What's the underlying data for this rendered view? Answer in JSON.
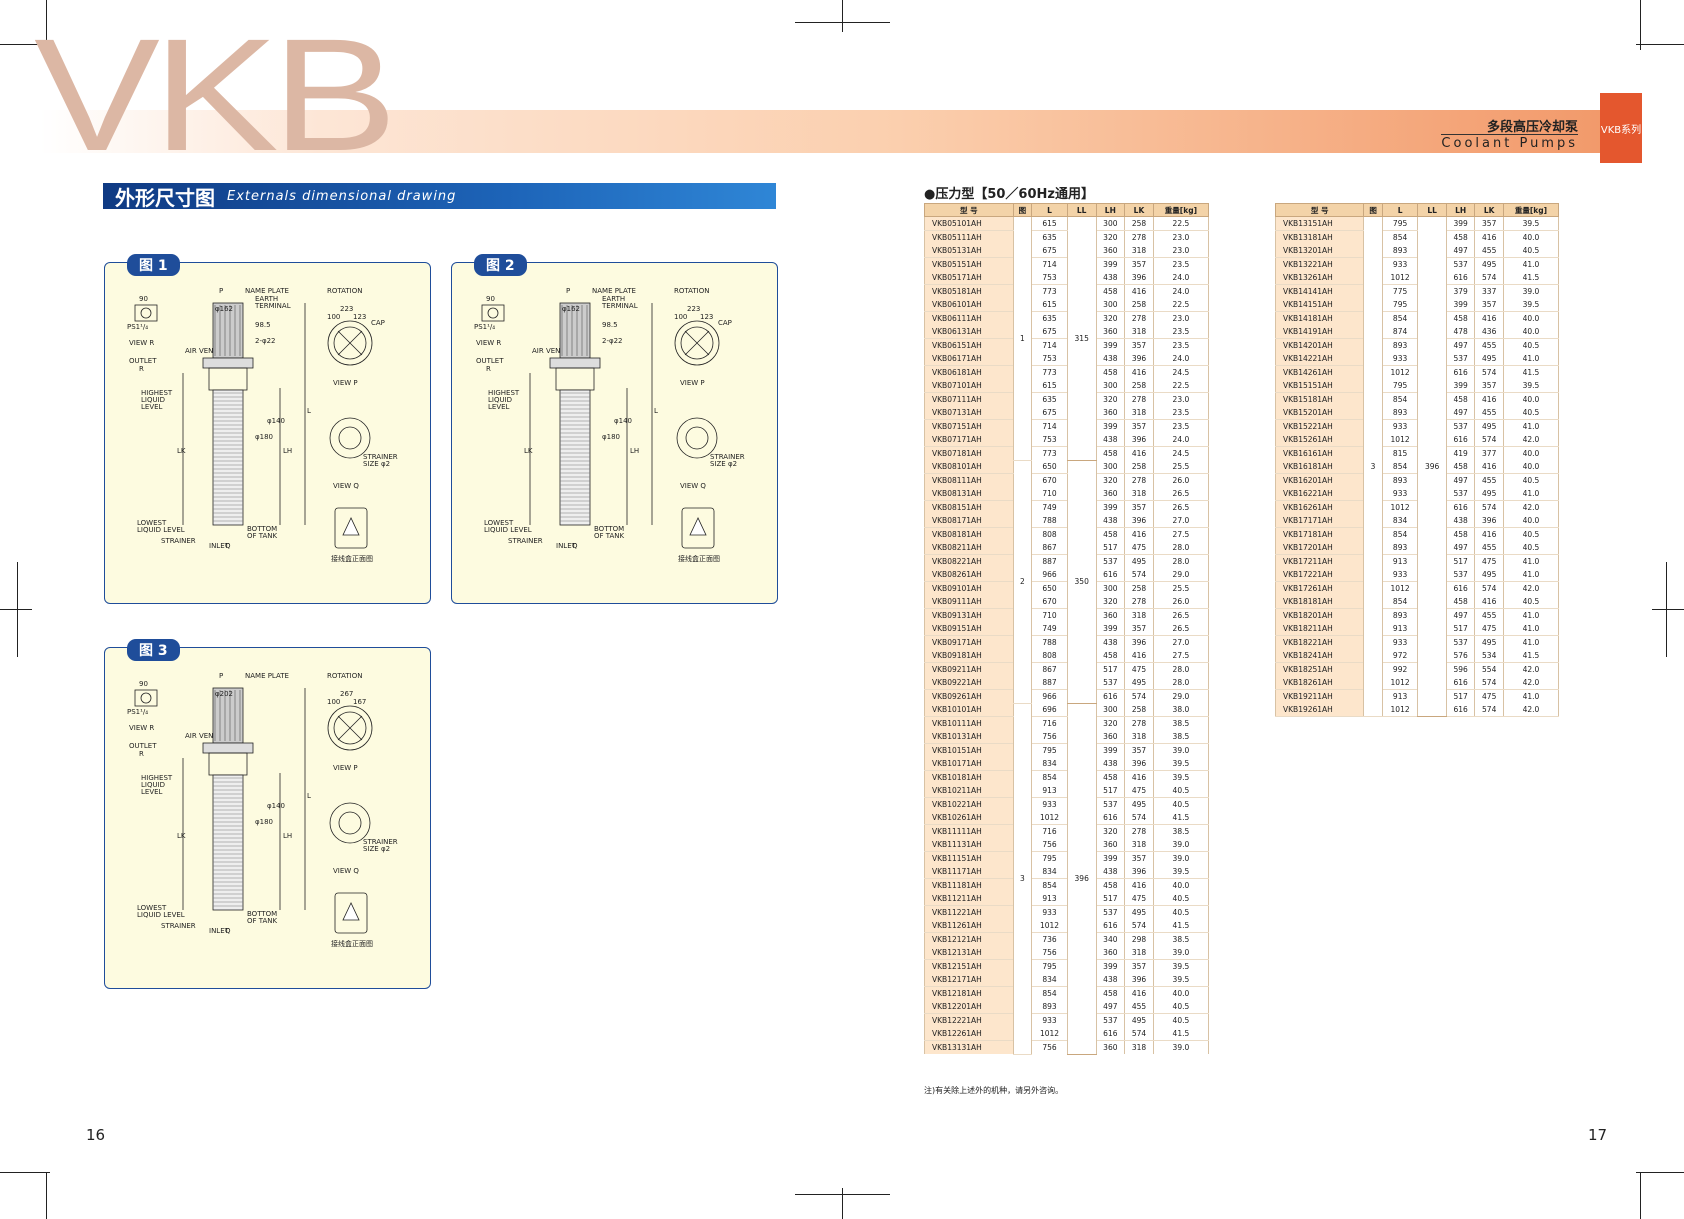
{
  "header": {
    "logo": "VKB",
    "title_cn": "多段高压冷却泵",
    "title_en": "Coolant Pumps",
    "side_tab": "VKB系列"
  },
  "section": {
    "title_cn": "外形尺寸图",
    "title_en": "Externals dimensional drawing"
  },
  "figures": [
    {
      "tag": "图 1",
      "labels": {
        "p": "P",
        "name_plate": "NAME PLATE",
        "earth": "EARTH\nTERMINAL",
        "rotation": "ROTATION",
        "d90": "90",
        "ps": "PS1¹/₄",
        "view_r": "VIEW R",
        "air": "AIR VENT",
        "outlet": "OUTLET",
        "r": "R",
        "highest": "HIGHEST\nLIQUID\nLEVEL",
        "lk": "LK",
        "lh": "LH",
        "l": "L",
        "lowest": "LOWEST\nLIQUID LEVEL",
        "strainer": "STRAINER",
        "inlet": "INLET",
        "q": "Q",
        "bottom": "BOTTOM\nOF TANK",
        "view_p": "VIEW P",
        "view_q": "VIEW Q",
        "cap": "CAP",
        "strainer_size": "STRAINER\nSIZE φ2",
        "box": "接线盒正面图",
        "d162": "φ162",
        "d98": "98.5",
        "d22": "2-φ22",
        "d223": "223",
        "d100": "100",
        "d123": "123",
        "d180": "φ180",
        "d140": "φ140"
      }
    },
    {
      "tag": "图 2",
      "labels": {
        "p": "P",
        "name_plate": "NAME PLATE",
        "earth": "EARTH\nTERMINAL",
        "rotation": "ROTATION",
        "d90": "90",
        "ps": "PS1¹/₄",
        "view_r": "VIEW R",
        "air": "AIR VENT",
        "outlet": "OUTLET",
        "r": "R",
        "highest": "HIGHEST\nLIQUID\nLEVEL",
        "lk": "LK",
        "lh": "LH",
        "l": "L",
        "lowest": "LOWEST\nLIQUID LEVEL",
        "strainer": "STRAINER",
        "inlet": "INLET",
        "q": "Q",
        "bottom": "BOTTOM\nOF TANK",
        "view_p": "VIEW P",
        "view_q": "VIEW Q",
        "cap": "CAP",
        "strainer_size": "STRAINER\nSIZE φ2",
        "box": "接线盒正面图",
        "d162": "φ162",
        "d98": "98.5",
        "d22": "2-φ22",
        "d223": "223",
        "d100": "100",
        "d123": "123",
        "d180": "φ180",
        "d140": "φ140"
      }
    },
    {
      "tag": "图 3",
      "labels": {
        "p": "P",
        "name_plate": "NAME PLATE",
        "earth": "",
        "rotation": "ROTATION",
        "d90": "90",
        "ps": "PS1¹/₄",
        "view_r": "VIEW R",
        "air": "AIR VENT",
        "outlet": "OUTLET",
        "r": "R",
        "highest": "HIGHEST\nLIQUID\nLEVEL",
        "lk": "LK",
        "lh": "LH",
        "l": "L",
        "lowest": "LOWEST\nLIQUID LEVEL",
        "strainer": "STRAINER",
        "inlet": "INLET",
        "q": "Q",
        "bottom": "BOTTOM\nOF TANK",
        "view_p": "VIEW P",
        "view_q": "VIEW Q",
        "cap": "",
        "strainer_size": "STRAINER\nSIZE φ2",
        "box": "接线盒正面图",
        "d162": "φ202",
        "d98": "",
        "d22": "",
        "d223": "267",
        "d100": "100",
        "d123": "167",
        "d180": "φ180",
        "d140": "φ140"
      }
    }
  ],
  "table": {
    "title": "●压力型【50／60Hz通用】",
    "headers": [
      "型 号",
      "图",
      "L",
      "LL",
      "LH",
      "LK",
      "重量[kg]"
    ],
    "groups_left": [
      {
        "fig": "1",
        "ll": "315",
        "rows": [
          [
            "VKB05101AH",
            "615",
            "300",
            "258",
            "22.5"
          ],
          [
            "VKB05111AH",
            "635",
            "320",
            "278",
            "23.0"
          ],
          [
            "VKB05131AH",
            "675",
            "360",
            "318",
            "23.0"
          ],
          [
            "VKB05151AH",
            "714",
            "399",
            "357",
            "23.5"
          ],
          [
            "VKB05171AH",
            "753",
            "438",
            "396",
            "24.0"
          ],
          [
            "VKB05181AH",
            "773",
            "458",
            "416",
            "24.0"
          ],
          [
            "VKB06101AH",
            "615",
            "300",
            "258",
            "22.5"
          ],
          [
            "VKB06111AH",
            "635",
            "320",
            "278",
            "23.0"
          ],
          [
            "VKB06131AH",
            "675",
            "360",
            "318",
            "23.5"
          ],
          [
            "VKB06151AH",
            "714",
            "399",
            "357",
            "23.5"
          ],
          [
            "VKB06171AH",
            "753",
            "438",
            "396",
            "24.0"
          ],
          [
            "VKB06181AH",
            "773",
            "458",
            "416",
            "24.5"
          ],
          [
            "VKB07101AH",
            "615",
            "300",
            "258",
            "22.5"
          ],
          [
            "VKB07111AH",
            "635",
            "320",
            "278",
            "23.0"
          ],
          [
            "VKB07131AH",
            "675",
            "360",
            "318",
            "23.5"
          ],
          [
            "VKB07151AH",
            "714",
            "399",
            "357",
            "23.5"
          ],
          [
            "VKB07171AH",
            "753",
            "438",
            "396",
            "24.0"
          ],
          [
            "VKB07181AH",
            "773",
            "458",
            "416",
            "24.5"
          ]
        ]
      },
      {
        "fig": "2",
        "ll": "350",
        "rows": [
          [
            "VKB08101AH",
            "650",
            "300",
            "258",
            "25.5"
          ],
          [
            "VKB08111AH",
            "670",
            "320",
            "278",
            "26.0"
          ],
          [
            "VKB08131AH",
            "710",
            "360",
            "318",
            "26.5"
          ],
          [
            "VKB08151AH",
            "749",
            "399",
            "357",
            "26.5"
          ],
          [
            "VKB08171AH",
            "788",
            "438",
            "396",
            "27.0"
          ],
          [
            "VKB08181AH",
            "808",
            "458",
            "416",
            "27.5"
          ],
          [
            "VKB08211AH",
            "867",
            "517",
            "475",
            "28.0"
          ],
          [
            "VKB08221AH",
            "887",
            "537",
            "495",
            "28.0"
          ],
          [
            "VKB08261AH",
            "966",
            "616",
            "574",
            "29.0"
          ],
          [
            "VKB09101AH",
            "650",
            "300",
            "258",
            "25.5"
          ],
          [
            "VKB09111AH",
            "670",
            "320",
            "278",
            "26.0"
          ],
          [
            "VKB09131AH",
            "710",
            "360",
            "318",
            "26.5"
          ],
          [
            "VKB09151AH",
            "749",
            "399",
            "357",
            "26.5"
          ],
          [
            "VKB09171AH",
            "788",
            "438",
            "396",
            "27.0"
          ],
          [
            "VKB09181AH",
            "808",
            "458",
            "416",
            "27.5"
          ],
          [
            "VKB09211AH",
            "867",
            "517",
            "475",
            "28.0"
          ],
          [
            "VKB09221AH",
            "887",
            "537",
            "495",
            "28.0"
          ],
          [
            "VKB09261AH",
            "966",
            "616",
            "574",
            "29.0"
          ]
        ]
      },
      {
        "fig": "3",
        "ll": "396",
        "rows": [
          [
            "VKB10101AH",
            "696",
            "300",
            "258",
            "38.0"
          ],
          [
            "VKB10111AH",
            "716",
            "320",
            "278",
            "38.5"
          ],
          [
            "VKB10131AH",
            "756",
            "360",
            "318",
            "38.5"
          ],
          [
            "VKB10151AH",
            "795",
            "399",
            "357",
            "39.0"
          ],
          [
            "VKB10171AH",
            "834",
            "438",
            "396",
            "39.5"
          ],
          [
            "VKB10181AH",
            "854",
            "458",
            "416",
            "39.5"
          ],
          [
            "VKB10211AH",
            "913",
            "517",
            "475",
            "40.5"
          ],
          [
            "VKB10221AH",
            "933",
            "537",
            "495",
            "40.5"
          ],
          [
            "VKB10261AH",
            "1012",
            "616",
            "574",
            "41.5"
          ],
          [
            "VKB11111AH",
            "716",
            "320",
            "278",
            "38.5"
          ],
          [
            "VKB11131AH",
            "756",
            "360",
            "318",
            "39.0"
          ],
          [
            "VKB11151AH",
            "795",
            "399",
            "357",
            "39.0"
          ],
          [
            "VKB11171AH",
            "834",
            "438",
            "396",
            "39.5"
          ],
          [
            "VKB11181AH",
            "854",
            "458",
            "416",
            "40.0"
          ],
          [
            "VKB11211AH",
            "913",
            "517",
            "475",
            "40.5"
          ],
          [
            "VKB11221AH",
            "933",
            "537",
            "495",
            "40.5"
          ],
          [
            "VKB11261AH",
            "1012",
            "616",
            "574",
            "41.5"
          ],
          [
            "VKB12121AH",
            "736",
            "340",
            "298",
            "38.5"
          ],
          [
            "VKB12131AH",
            "756",
            "360",
            "318",
            "39.0"
          ],
          [
            "VKB12151AH",
            "795",
            "399",
            "357",
            "39.5"
          ],
          [
            "VKB12171AH",
            "834",
            "438",
            "396",
            "39.5"
          ],
          [
            "VKB12181AH",
            "854",
            "458",
            "416",
            "40.0"
          ],
          [
            "VKB12201AH",
            "893",
            "497",
            "455",
            "40.5"
          ],
          [
            "VKB12221AH",
            "933",
            "537",
            "495",
            "40.5"
          ],
          [
            "VKB12261AH",
            "1012",
            "616",
            "574",
            "41.5"
          ],
          [
            "VKB13131AH",
            "756",
            "360",
            "318",
            "39.0"
          ]
        ]
      }
    ],
    "groups_right": [
      {
        "fig": "3",
        "ll": "396",
        "rows": [
          [
            "VKB13151AH",
            "795",
            "399",
            "357",
            "39.5"
          ],
          [
            "VKB13181AH",
            "854",
            "458",
            "416",
            "40.0"
          ],
          [
            "VKB13201AH",
            "893",
            "497",
            "455",
            "40.5"
          ],
          [
            "VKB13221AH",
            "933",
            "537",
            "495",
            "41.0"
          ],
          [
            "VKB13261AH",
            "1012",
            "616",
            "574",
            "41.5"
          ],
          [
            "VKB14141AH",
            "775",
            "379",
            "337",
            "39.0"
          ],
          [
            "VKB14151AH",
            "795",
            "399",
            "357",
            "39.5"
          ],
          [
            "VKB14181AH",
            "854",
            "458",
            "416",
            "40.0"
          ],
          [
            "VKB14191AH",
            "874",
            "478",
            "436",
            "40.0"
          ],
          [
            "VKB14201AH",
            "893",
            "497",
            "455",
            "40.5"
          ],
          [
            "VKB14221AH",
            "933",
            "537",
            "495",
            "41.0"
          ],
          [
            "VKB14261AH",
            "1012",
            "616",
            "574",
            "41.5"
          ],
          [
            "VKB15151AH",
            "795",
            "399",
            "357",
            "39.5"
          ],
          [
            "VKB15181AH",
            "854",
            "458",
            "416",
            "40.0"
          ],
          [
            "VKB15201AH",
            "893",
            "497",
            "455",
            "40.5"
          ],
          [
            "VKB15221AH",
            "933",
            "537",
            "495",
            "41.0"
          ],
          [
            "VKB15261AH",
            "1012",
            "616",
            "574",
            "42.0"
          ],
          [
            "VKB16161AH",
            "815",
            "419",
            "377",
            "40.0"
          ],
          [
            "VKB16181AH",
            "854",
            "458",
            "416",
            "40.0"
          ],
          [
            "VKB16201AH",
            "893",
            "497",
            "455",
            "40.5"
          ],
          [
            "VKB16221AH",
            "933",
            "537",
            "495",
            "41.0"
          ],
          [
            "VKB16261AH",
            "1012",
            "616",
            "574",
            "42.0"
          ],
          [
            "VKB17171AH",
            "834",
            "438",
            "396",
            "40.0"
          ],
          [
            "VKB17181AH",
            "854",
            "458",
            "416",
            "40.5"
          ],
          [
            "VKB17201AH",
            "893",
            "497",
            "455",
            "40.5"
          ],
          [
            "VKB17211AH",
            "913",
            "517",
            "475",
            "41.0"
          ],
          [
            "VKB17221AH",
            "933",
            "537",
            "495",
            "41.0"
          ],
          [
            "VKB17261AH",
            "1012",
            "616",
            "574",
            "42.0"
          ],
          [
            "VKB18181AH",
            "854",
            "458",
            "416",
            "40.5"
          ],
          [
            "VKB18201AH",
            "893",
            "497",
            "455",
            "41.0"
          ],
          [
            "VKB18211AH",
            "913",
            "517",
            "475",
            "41.0"
          ],
          [
            "VKB18221AH",
            "933",
            "537",
            "495",
            "41.0"
          ],
          [
            "VKB18241AH",
            "972",
            "576",
            "534",
            "41.5"
          ],
          [
            "VKB18251AH",
            "992",
            "596",
            "554",
            "42.0"
          ],
          [
            "VKB18261AH",
            "1012",
            "616",
            "574",
            "42.0"
          ],
          [
            "VKB19211AH",
            "913",
            "517",
            "475",
            "41.0"
          ],
          [
            "VKB19261AH",
            "1012",
            "616",
            "574",
            "42.0"
          ]
        ]
      }
    ],
    "note": "注)有关除上述外的机种，请另外咨询。"
  },
  "pages": {
    "left": "16",
    "right": "17"
  }
}
